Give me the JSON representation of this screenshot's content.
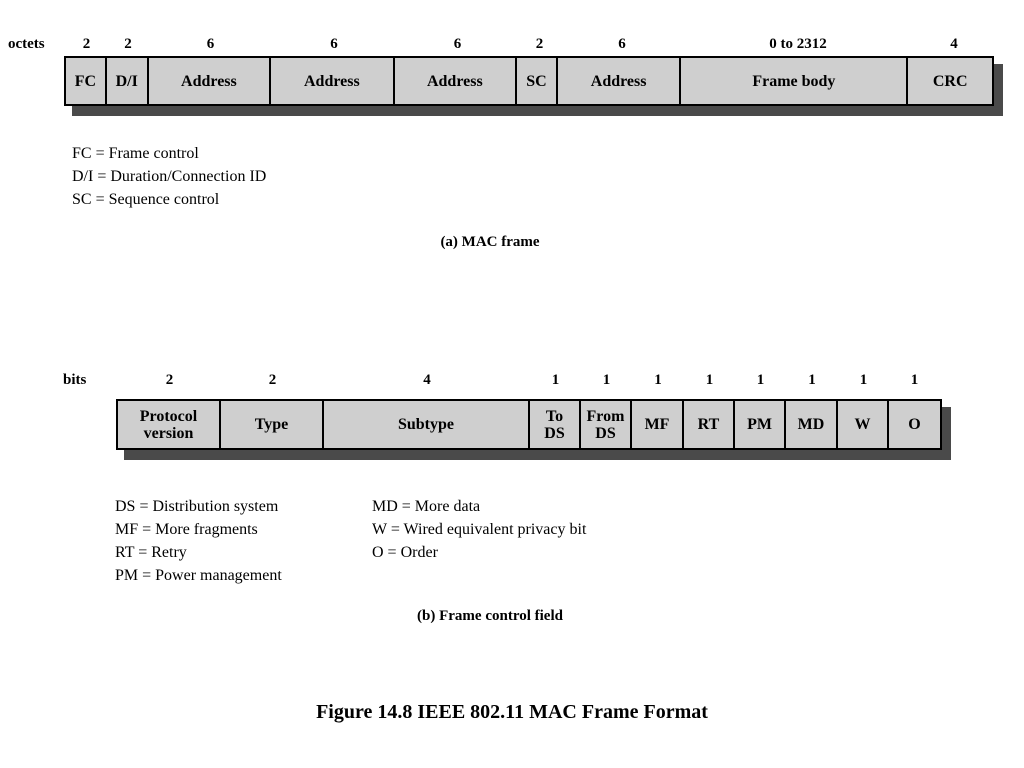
{
  "mac_frame": {
    "unit_label": "octets",
    "sizes": [
      "2",
      "2",
      "6",
      "6",
      "6",
      "2",
      "6",
      "0 to 2312",
      "4"
    ],
    "fields": [
      "FC",
      "D/I",
      "Address",
      "Address",
      "Address",
      "SC",
      "Address",
      "Frame body",
      "CRC"
    ],
    "legend": [
      "FC = Frame control",
      "D/I = Duration/Connection ID",
      "SC = Sequence control"
    ],
    "caption": "(a) MAC frame"
  },
  "frame_control": {
    "unit_label": "bits",
    "sizes": [
      "2",
      "2",
      "4",
      "1",
      "1",
      "1",
      "1",
      "1",
      "1",
      "1",
      "1"
    ],
    "fields": [
      [
        "Protocol",
        "version"
      ],
      [
        "Type"
      ],
      [
        "Subtype"
      ],
      [
        "To",
        "DS"
      ],
      [
        "From",
        "DS"
      ],
      [
        "MF"
      ],
      [
        "RT"
      ],
      [
        "PM"
      ],
      [
        "MD"
      ],
      [
        "W"
      ],
      [
        "O"
      ]
    ],
    "legend_left": [
      "DS = Distribution system",
      "MF = More fragments",
      "RT = Retry",
      "PM = Power management"
    ],
    "legend_right": [
      "MD = More data",
      "W = Wired equivalent privacy bit",
      "O = Order"
    ],
    "caption": "(b) Frame control field"
  },
  "figure_title": "Figure 14.8  IEEE 802.11 MAC Frame Format"
}
